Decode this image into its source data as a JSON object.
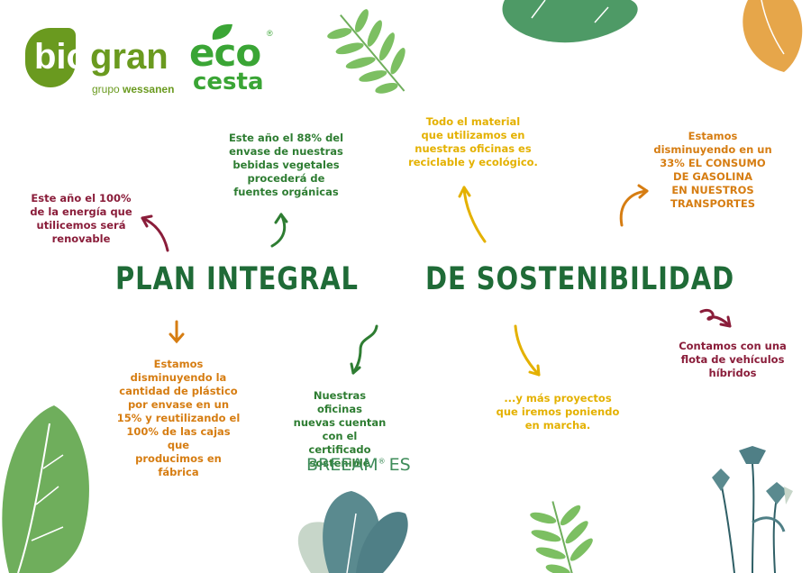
{
  "logos": {
    "biogran_a": "bio",
    "biogran_b": "gran",
    "biogran_sub_prefix": "grupo",
    "biogran_sub_brand": "wessanen",
    "eco": "eco",
    "cesta": "cesta",
    "registered": "®"
  },
  "headline": {
    "left": "PLAN INTEGRAL",
    "right": "DE SOSTENIBILIDAD"
  },
  "notes": {
    "energy": "Este año el 100%\nde la energía que\nutilicemos será\nrenovable",
    "packaging": "Este año el 88% del\nenvase de nuestras\nbebidas vegetales\nprocederá de\nfuentes orgánicas",
    "material": "Todo el material\nque utilizamos en\nnuestras oficinas es\nreciclable y ecológico.",
    "fuel": "Estamos\ndisminuyendo en un\n33% EL CONSUMO\nDE GASOLINA\nEN NUESTROS\nTRANSPORTES",
    "plastic": "Estamos\ndisminuyendo la\ncantidad de plástico\npor envase en un\n15% y reutilizando el\n100% de las cajas que\nproducimos en fábrica",
    "offices": "Nuestras oficinas\nnuevas cuentan\ncon el certificado\nsostenible",
    "projects": "...y más proyectos\nque iremos poniendo\nen marcha.",
    "fleet": "Contamos con una\nflota de vehículos\nhíbridos"
  },
  "breeam": {
    "text": "BREEAM",
    "reg": "®",
    "suffix": "ES"
  },
  "colors": {
    "maroon": "#8a1d3a",
    "green": "#2e7d32",
    "yellow": "#e4b100",
    "orange": "#d67d12",
    "headline": "#1f6b37",
    "leaf_green": "#4f9a5c",
    "leaf_teal": "#5a8a8f"
  }
}
